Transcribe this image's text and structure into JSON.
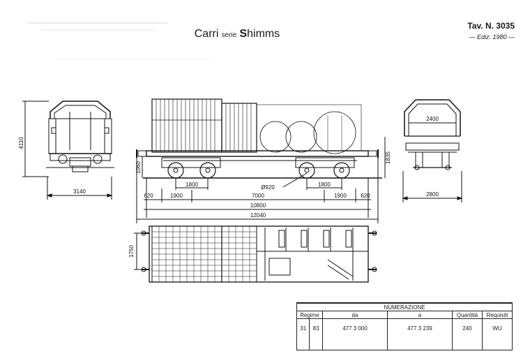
{
  "header": {
    "title_prefix": "Carri",
    "title_serie": "serie",
    "title_code_initial": "S",
    "title_code_rest": "himms",
    "table_number": "Tav. N. 3035",
    "edition": "— Ediz. 1980 —"
  },
  "dimensions": {
    "height_total": "4110",
    "end_width": "3140",
    "deck_height": "1060",
    "height_right": "1835",
    "inner_width": "2400",
    "outer_width": "2800",
    "bogie_wheelbase_left": "1800",
    "bogie_wheelbase_right": "1800",
    "wheel_diameter": "Ø920",
    "overhang_left": "620",
    "bogie_half_left": "1900",
    "bogie_pivot_distance": "7000",
    "bogie_half_right": "1900",
    "overhang_right": "620",
    "length_frame": "10800",
    "length_over_buffers": "12040",
    "plan_width": "1750"
  },
  "numerazione": {
    "title": "NUMERAZIONE",
    "col_regime": "Regime",
    "col_da": "da",
    "col_a": "a",
    "col_quantita": "Quantità",
    "col_requisiti": "Requisiti",
    "row": {
      "regime_1": "31",
      "regime_2": "83",
      "da": "477 3 000",
      "a": "477 3 239",
      "quantita": "240",
      "requisiti": "WU"
    }
  }
}
